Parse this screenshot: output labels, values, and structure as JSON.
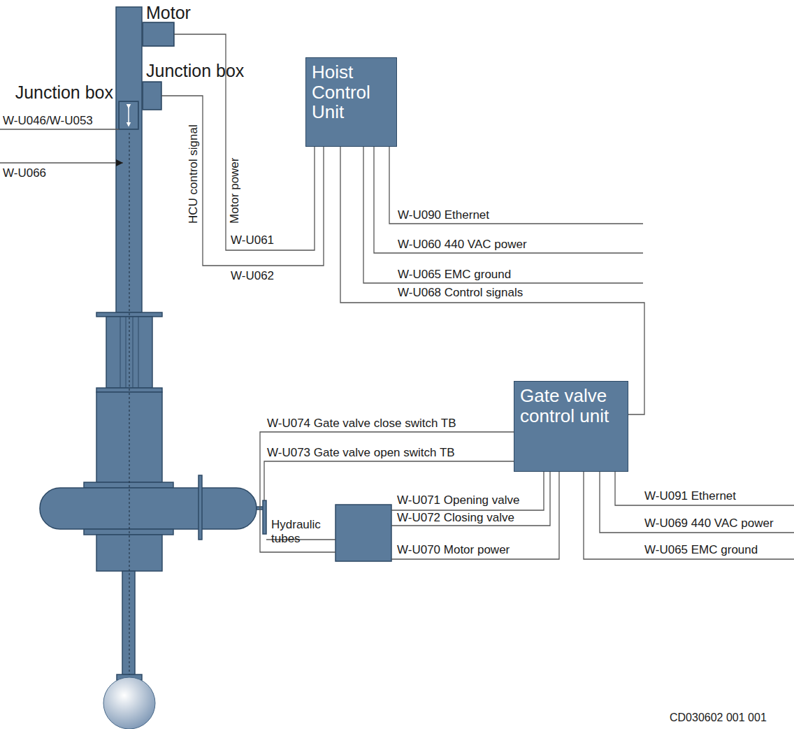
{
  "diagram": {
    "caption": "CD030602 001 001",
    "nodes": [
      {
        "text": [
          "Motor"
        ]
      },
      {
        "text": [
          "Junction box"
        ]
      },
      {
        "text": [
          "Junction box"
        ]
      },
      {
        "text": [
          "Hoist Control Unit"
        ]
      },
      {
        "text": [
          "Gate valve control unit"
        ]
      }
    ],
    "edges": [
      {
        "from": 0,
        "to": 3,
        "arrow": "none",
        "label": "W-U061"
      },
      {
        "from": 1,
        "to": 3,
        "arrow": "none",
        "label": "W-U062"
      },
      {
        "from": 3,
        "to": 4,
        "arrow": "none",
        "label": "W-U068 Control signals"
      }
    ],
    "labels": [
      "W-U046/W-U053",
      "W-U066",
      "HCU control signal",
      "Motor power",
      "W-U090 Ethernet",
      "W-U060 440 VAC power",
      "W-U065 EMC ground",
      "W-U074 Gate valve close switch TB",
      "W-U073 Gate valve open switch TB",
      "W-U071 Opening valve",
      "W-U072 Closing valve",
      "W-U070 Motor power",
      "W-U091 Ethernet",
      "W-U069 440 VAC power",
      "W-U065 EMC ground",
      "Hydraulic tubes"
    ]
  }
}
